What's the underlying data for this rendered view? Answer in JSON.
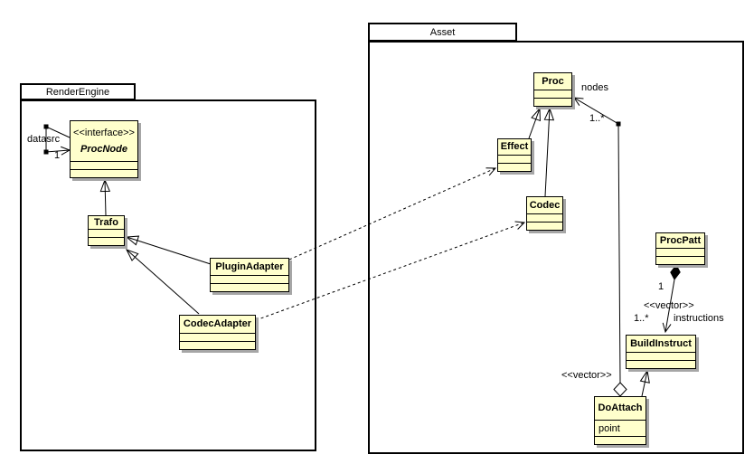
{
  "diagram": {
    "packages": {
      "render_engine": {
        "title": "RenderEngine"
      },
      "asset": {
        "title": "Asset"
      }
    },
    "classes": {
      "procnode": {
        "stereotype": "<<interface>>",
        "name": "ProcNode"
      },
      "trafo": {
        "name": "Trafo"
      },
      "plugin_adapter": {
        "name": "PluginAdapter"
      },
      "codec_adapter": {
        "name": "CodecAdapter"
      },
      "proc": {
        "name": "Proc"
      },
      "effect": {
        "name": "Effect"
      },
      "codec": {
        "name": "Codec"
      },
      "procpatt": {
        "name": "ProcPatt"
      },
      "buildinstruct": {
        "name": "BuildInstruct"
      },
      "doattach": {
        "name": "DoAttach",
        "attributes": [
          "point"
        ]
      }
    },
    "labels": {
      "datasrc": "datasrc",
      "datasrc_mult": "1",
      "nodes": "nodes",
      "nodes_mult": "1..*",
      "nodes_stereotype": "<<vector>>",
      "procpatt_mult": "1",
      "instructions_stereotype": "<<vector>>",
      "instructions_mult": "1..*",
      "instructions": "instructions"
    },
    "colors": {
      "class_fill": "#ffffcc",
      "class_border": "#000000",
      "shadow": "#a6a6a6",
      "line": "#000000",
      "background": "#ffffff"
    }
  }
}
